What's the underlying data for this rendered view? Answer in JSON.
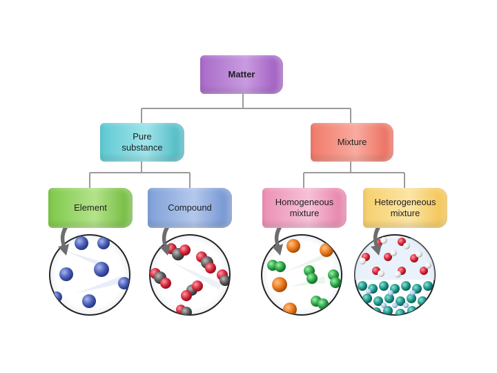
{
  "root": {
    "label": "Matter"
  },
  "level1": {
    "pure": "Pure\nsubstance",
    "mixture": "Mixture"
  },
  "level2": {
    "element": "Element",
    "compound": "Compound",
    "homogeneous": "Homogeneous\nmixture",
    "heterogeneous": "Heterogeneous\nmixture"
  },
  "colors": {
    "connector": "#9a9a9a",
    "element_particle": "#4a5fb8",
    "oxygen": "#d8283a",
    "carbon": "#5b5b5b",
    "orange_particle": "#e8781e",
    "green_particle": "#2fa84a",
    "teal_particle": "#1f9a8c",
    "white_particle": "#f2f2f2"
  },
  "icons": [
    "curved-arrow-icon"
  ]
}
